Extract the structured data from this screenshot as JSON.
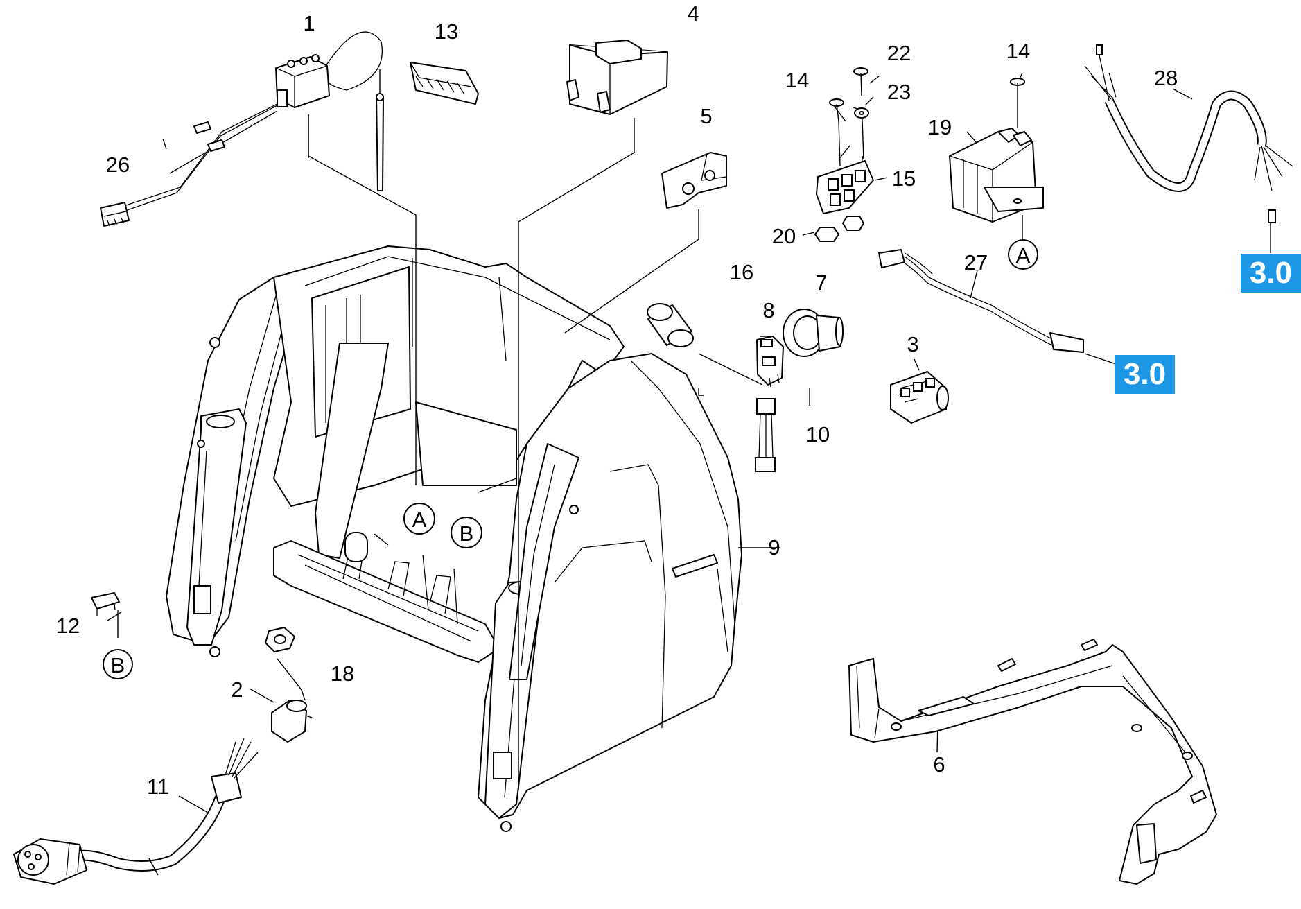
{
  "callouts": [
    {
      "id": "1",
      "label": "1"
    },
    {
      "id": "2",
      "label": "2"
    },
    {
      "id": "3",
      "label": "3"
    },
    {
      "id": "4",
      "label": "4"
    },
    {
      "id": "5",
      "label": "5"
    },
    {
      "id": "6",
      "label": "6"
    },
    {
      "id": "7",
      "label": "7"
    },
    {
      "id": "8",
      "label": "8"
    },
    {
      "id": "9",
      "label": "9"
    },
    {
      "id": "10",
      "label": "10"
    },
    {
      "id": "11",
      "label": "11"
    },
    {
      "id": "12",
      "label": "12"
    },
    {
      "id": "13",
      "label": "13"
    },
    {
      "id": "14a",
      "label": "14"
    },
    {
      "id": "14b",
      "label": "14"
    },
    {
      "id": "15",
      "label": "15"
    },
    {
      "id": "16",
      "label": "16"
    },
    {
      "id": "18",
      "label": "18"
    },
    {
      "id": "19",
      "label": "19"
    },
    {
      "id": "20",
      "label": "20"
    },
    {
      "id": "22",
      "label": "22"
    },
    {
      "id": "23",
      "label": "23"
    },
    {
      "id": "26",
      "label": "26"
    },
    {
      "id": "27",
      "label": "27"
    },
    {
      "id": "28",
      "label": "28"
    }
  ],
  "markers": [
    {
      "id": "A-housing",
      "label": "A"
    },
    {
      "id": "B-housing",
      "label": "B"
    },
    {
      "id": "A-relay",
      "label": "A"
    },
    {
      "id": "B-clip",
      "label": "B"
    }
  ],
  "refs": [
    {
      "id": "ref-cable-28",
      "label": "3.0"
    },
    {
      "id": "ref-cable-27",
      "label": "3.0"
    }
  ],
  "colors": {
    "ref_badge": "#1e98e6",
    "line": "#000000",
    "background": "#ffffff"
  }
}
